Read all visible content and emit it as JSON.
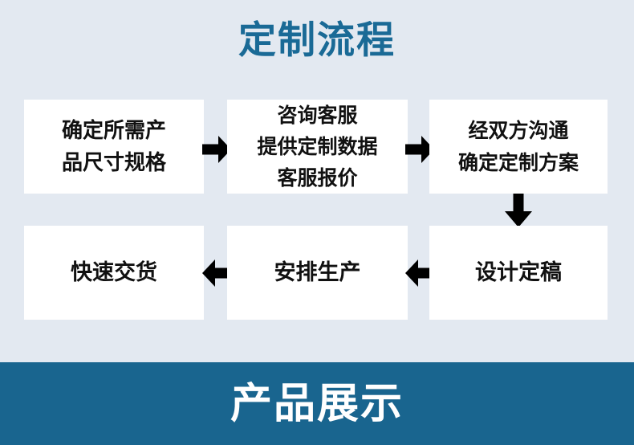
{
  "page": {
    "background_color": "#e3e9f1"
  },
  "header": {
    "title": "定制流程",
    "title_color": "#1a6a96"
  },
  "flow": {
    "boxes": [
      {
        "id": "box-1",
        "lines": [
          "确定所需产",
          "品尺寸规格"
        ]
      },
      {
        "id": "box-2",
        "lines": [
          "咨询客服",
          "提供定制数据",
          "客服报价"
        ]
      },
      {
        "id": "box-3",
        "lines": [
          "经双方沟通",
          "确定定制方案"
        ]
      },
      {
        "id": "box-4",
        "lines": [
          "快速交货"
        ]
      },
      {
        "id": "box-5",
        "lines": [
          "安排生产"
        ]
      },
      {
        "id": "box-6",
        "lines": [
          "设计定稿"
        ]
      }
    ],
    "box_fill": "#ffffff",
    "text_color": "#111111",
    "arrow_color": "#000000",
    "arrows": [
      {
        "id": "arrow-1",
        "direction": "right",
        "from": "box-1",
        "to": "box-2"
      },
      {
        "id": "arrow-2",
        "direction": "right",
        "from": "box-2",
        "to": "box-3"
      },
      {
        "id": "arrow-3",
        "direction": "down",
        "from": "box-3",
        "to": "box-6"
      },
      {
        "id": "arrow-4",
        "direction": "left",
        "from": "box-6",
        "to": "box-5"
      },
      {
        "id": "arrow-5",
        "direction": "left",
        "from": "box-5",
        "to": "box-4"
      }
    ]
  },
  "banner": {
    "title": "产品展示",
    "background_color": "#19658f",
    "text_color": "#ffffff"
  }
}
